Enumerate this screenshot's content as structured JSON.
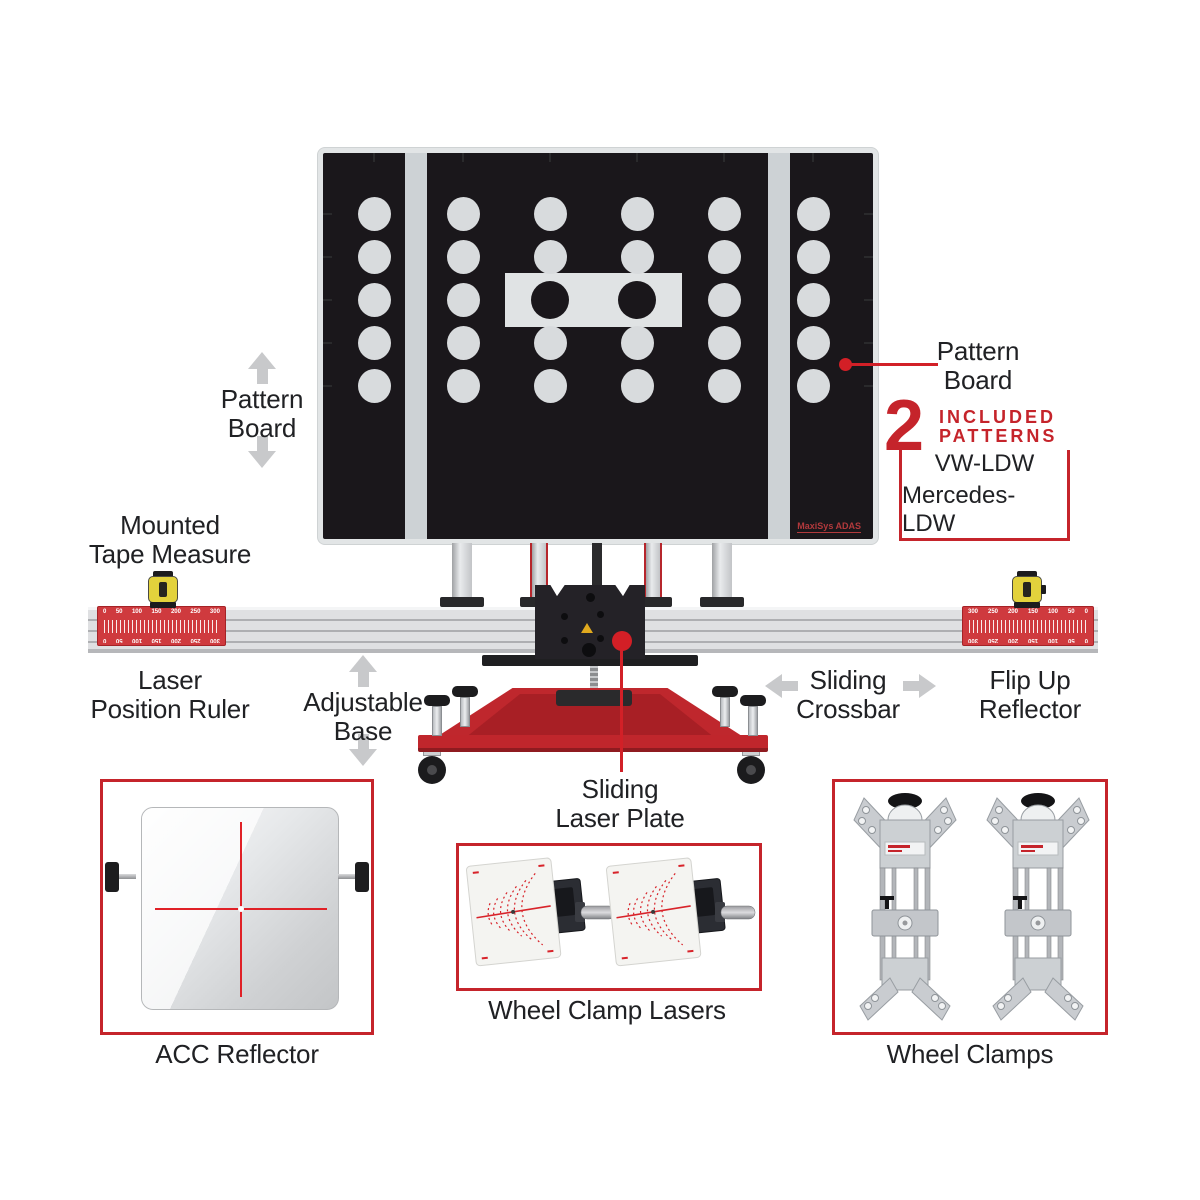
{
  "colors": {
    "accent_red": "#c5242b",
    "laser_red": "#d8232a",
    "board_dark": "#1a171b"
  },
  "board": {
    "logo": "MaxiSys ADAS"
  },
  "callouts": {
    "pattern_board_left": [
      "Pattern",
      "Board"
    ],
    "mounted_tape_measure": [
      "Mounted",
      "Tape Measure"
    ],
    "laser_position_ruler": [
      "Laser",
      "Position Ruler"
    ],
    "adjustable_base": [
      "Adjustable",
      "Base"
    ],
    "sliding_crossbar": [
      "Sliding",
      "Crossbar"
    ],
    "flip_up_reflector": [
      "Flip Up",
      "Reflector"
    ],
    "sliding_laser_plate": [
      "Sliding",
      "Laser Plate"
    ],
    "pattern_board_right": [
      "Pattern",
      "Board"
    ]
  },
  "included": {
    "count": "2",
    "word1": "INCLUDED",
    "word2": "PATTERNS",
    "patterns": [
      "VW-LDW",
      "Mercedes-LDW"
    ]
  },
  "rulers": {
    "left": [
      "0",
      "50",
      "100",
      "150",
      "200",
      "250",
      "300"
    ],
    "right": [
      "300",
      "250",
      "200",
      "150",
      "100",
      "50",
      "0"
    ]
  },
  "products": {
    "acc_reflector": {
      "label": "ACC Reflector"
    },
    "wheel_clamp_lasers": {
      "label": "Wheel Clamp Lasers"
    },
    "wheel_clamps": {
      "label": "Wheel Clamps"
    }
  }
}
